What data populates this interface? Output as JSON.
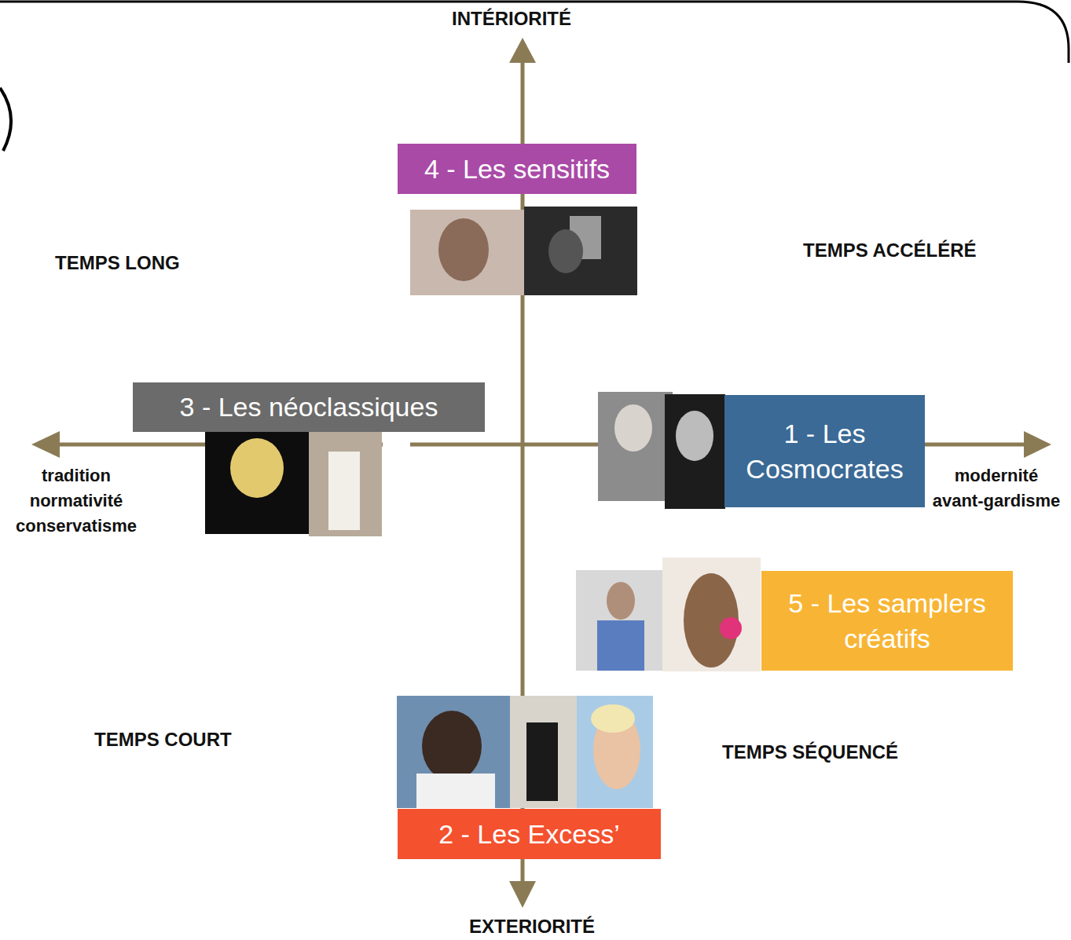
{
  "diagram": {
    "nodes": [
      {
        "text": [
          "4 - Les sensitifs"
        ]
      },
      {
        "text": [
          "3 - Les néoclassiques"
        ]
      },
      {
        "text": [
          "1 - Les Cosmocrates"
        ]
      },
      {
        "text": [
          "5 - Les samplers créatifs"
        ]
      },
      {
        "text": [
          "2 - Les Excess’"
        ]
      }
    ],
    "labels": [
      "INTÉRIORITÉ",
      "TEMPS LONG",
      "TEMPS ACCÉLÉRÉ",
      "tradition normativité conservatisme",
      "modernité avant-gardisme",
      "TEMPS COURT",
      "TEMPS SÉQUENCÉ",
      "EXTERIORITÉ"
    ]
  }
}
